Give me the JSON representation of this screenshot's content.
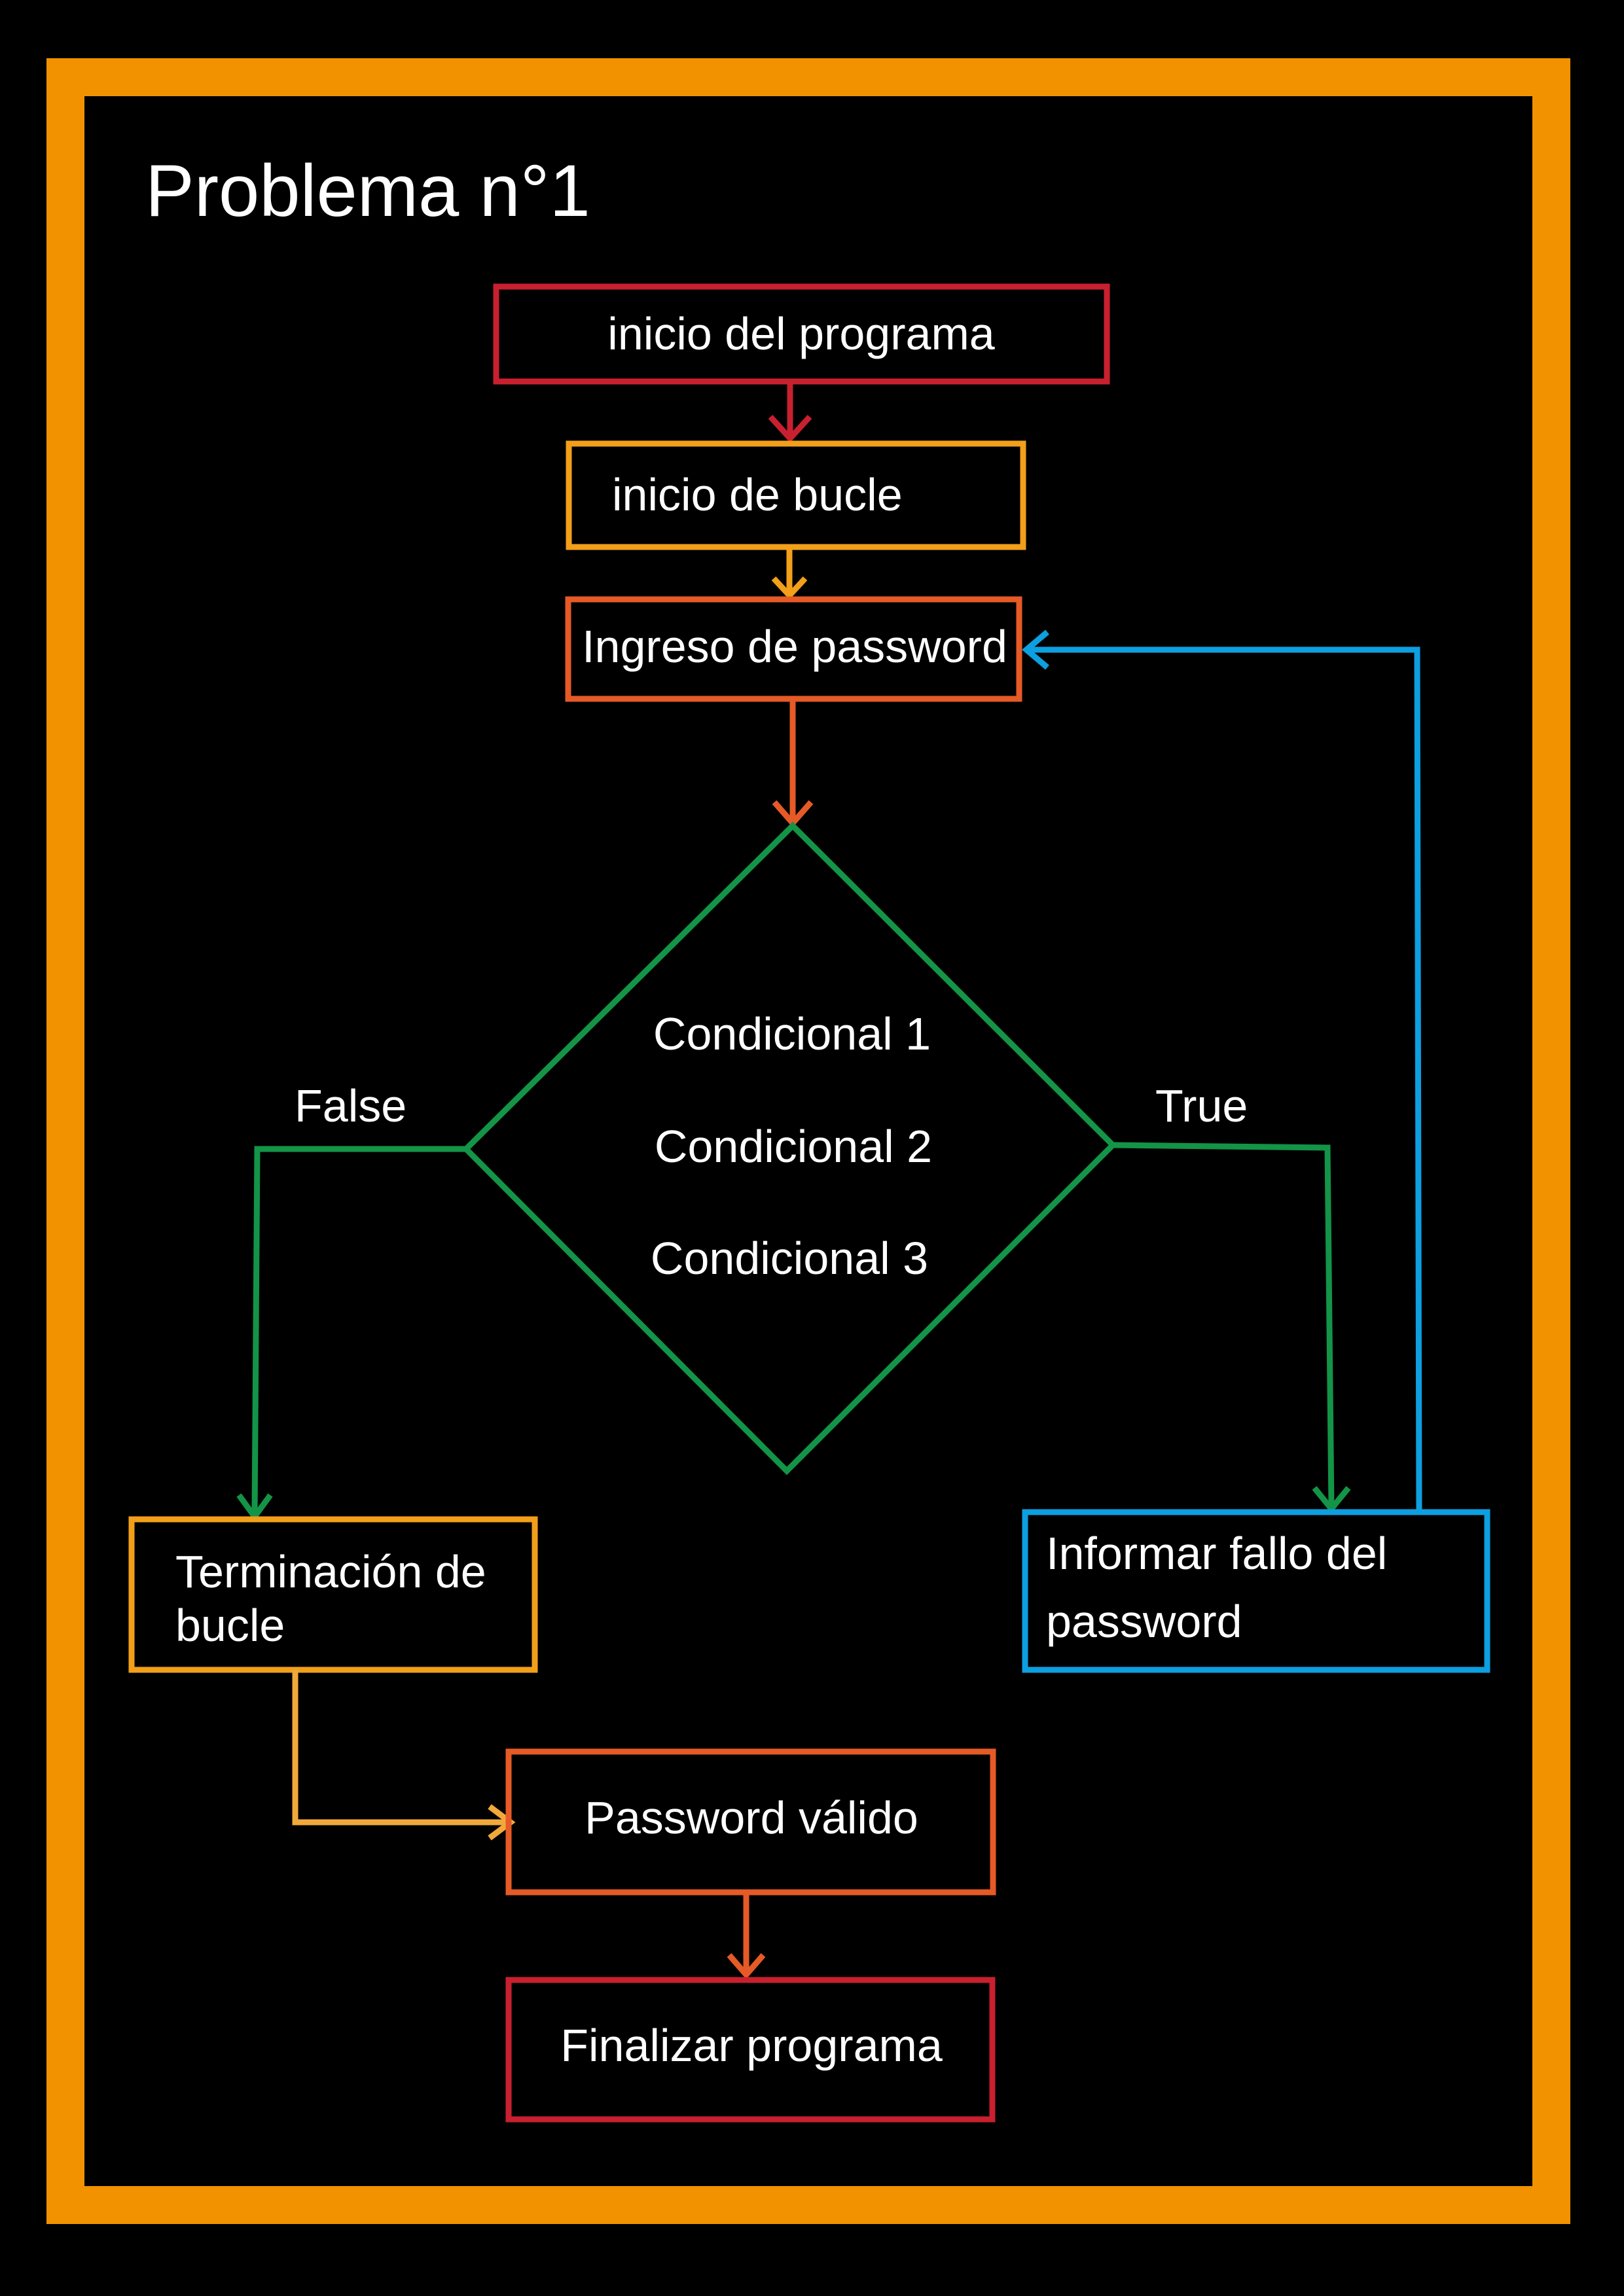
{
  "title": "Problema n°1",
  "colors": {
    "background": "#000000",
    "frame": "#F29200",
    "red": "#C8202F",
    "orange": "#F29F1A",
    "orange_red": "#E55A26",
    "green": "#139447",
    "blue": "#0D9FE0",
    "text": "#FFFFFF"
  },
  "nodes": {
    "start": "inicio del programa",
    "loop_start": "inicio de bucle",
    "password_input": "Ingreso de password",
    "condition_1": "Condicional 1",
    "condition_2": "Condicional 2",
    "condition_3": "Condicional 3",
    "loop_end_line1": "Terminación de",
    "loop_end_line2": "bucle",
    "report_fail_line1": "Informar fallo del",
    "report_fail_line2": "password",
    "valid_password": "Password válido",
    "end": "Finalizar programa"
  },
  "branches": {
    "false_label": "False",
    "true_label": "True"
  }
}
